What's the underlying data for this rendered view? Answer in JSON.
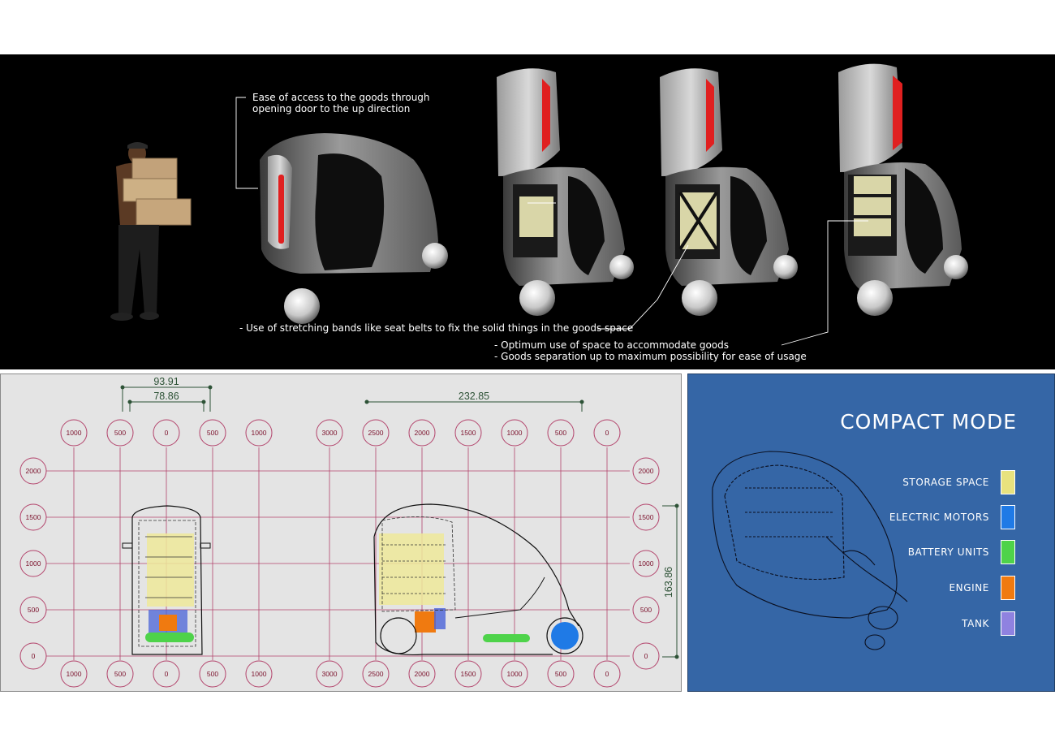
{
  "top_section": {
    "annotations": [
      "Ease of access to the goods through opening door to the up direction",
      "- Use of stretching bands like seat belts to fix the solid things in the goods space",
      "- Optimum use of space to accommodate goods",
      "- Goods separation up to maximum possibility for ease of usage"
    ],
    "annotation_lines": {
      "access_line1": "Ease of access to the goods through",
      "access_line2": "opening door to the up direction",
      "bands": "- Use of stretching bands like seat belts to fix the solid things in the goods space",
      "space_line1": "- Optimum use of space to accommodate goods",
      "space_line2": "- Goods separation up to maximum possibility for ease of usage"
    }
  },
  "technical_drawing": {
    "dimensions": {
      "front_width_outer": "93.91",
      "front_width_inner": "78.86",
      "side_length": "232.85",
      "height": "163.86"
    },
    "front_view_labels": [
      "1000",
      "500",
      "0",
      "500",
      "1000"
    ],
    "side_view_labels": [
      "3000",
      "2500",
      "2000",
      "1500",
      "1000",
      "500",
      "0"
    ],
    "height_labels": [
      "2000",
      "1500",
      "1000",
      "500",
      "0"
    ]
  },
  "compact_mode": {
    "title": "COMPACT MODE",
    "legend": [
      {
        "label": "STORAGE SPACE",
        "color": "#e8e27e"
      },
      {
        "label": "ELECTRIC MOTORS",
        "color": "#1f7ae6"
      },
      {
        "label": "BATTERY UNITS",
        "color": "#4ed34a"
      },
      {
        "label": "ENGINE",
        "color": "#f07a10"
      },
      {
        "label": "TANK",
        "color": "#8f82e0"
      }
    ]
  },
  "colors": {
    "grid_line": "#b3446c",
    "dimension_line": "#2d5236",
    "compact_background": "#3566a6"
  }
}
